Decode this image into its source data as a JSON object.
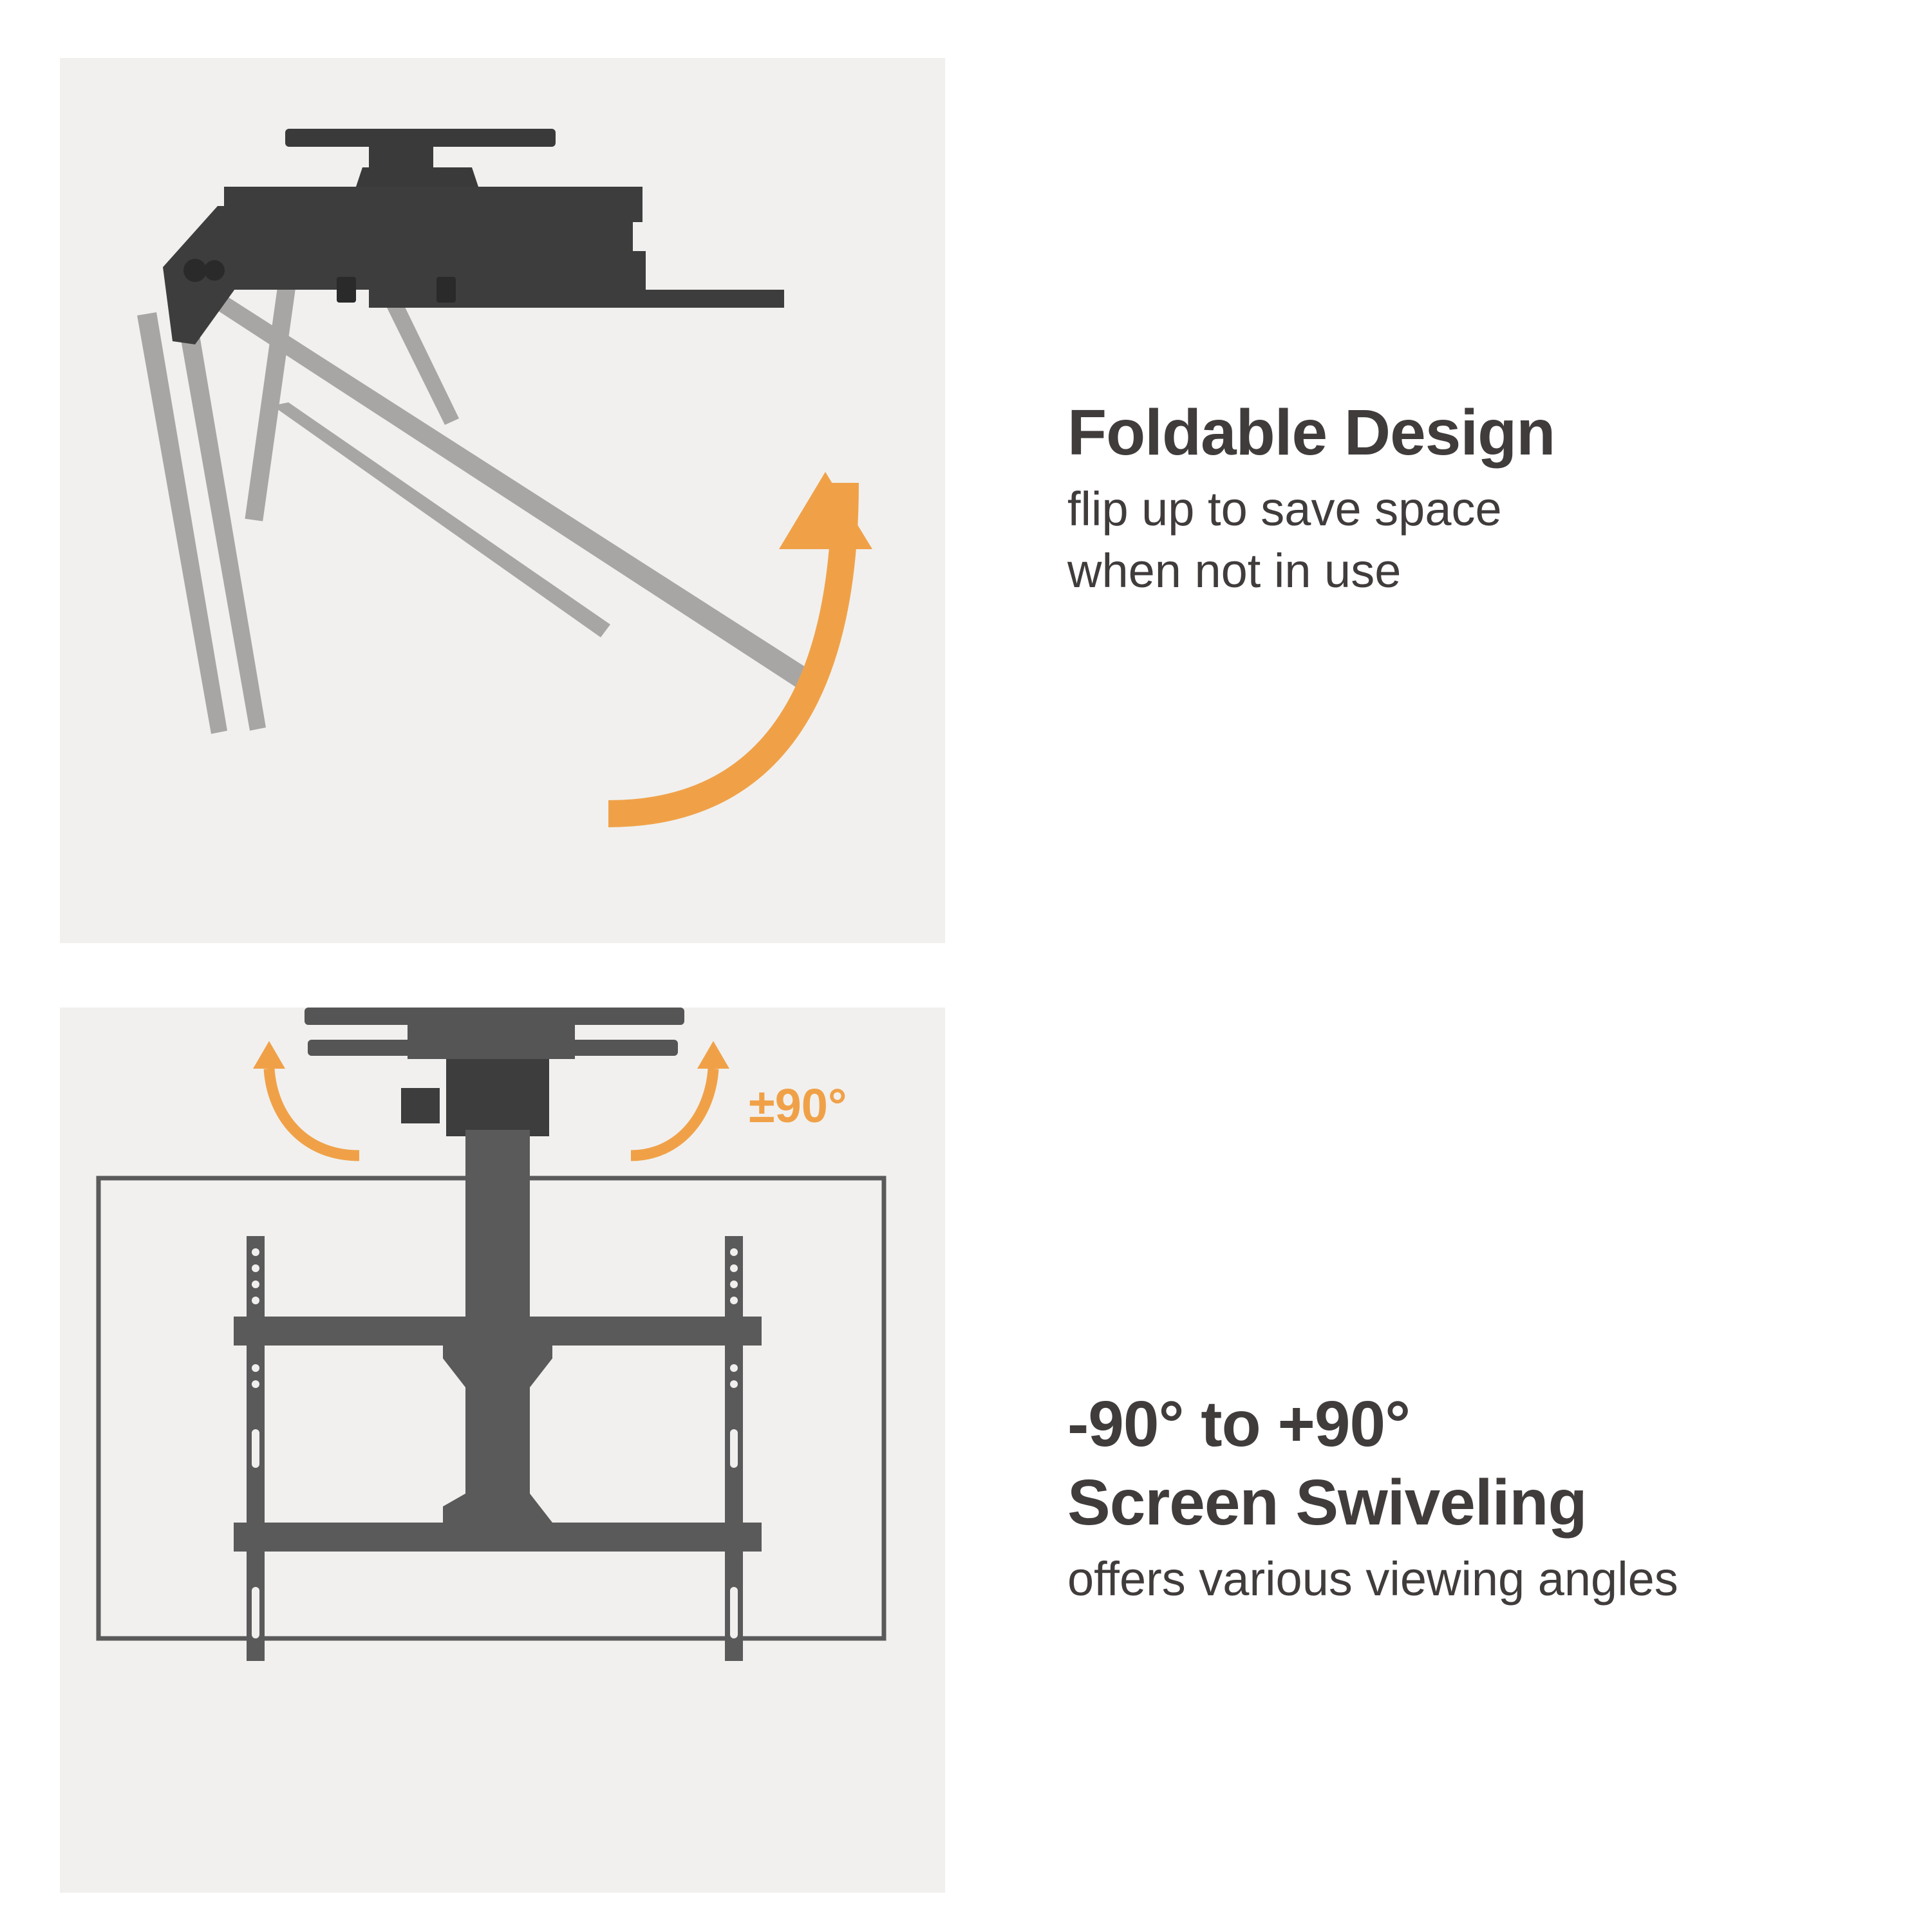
{
  "colors": {
    "background": "#ffffff",
    "panel": "#f1f0ee",
    "text": "#403c3b",
    "accent": "#f0a148",
    "metal_dark": "#3d3d3d",
    "metal_ghost": "#9a9996"
  },
  "features": [
    {
      "title": "Foldable Design",
      "subtitle_lines": [
        "flip up to save space",
        "when not in use"
      ],
      "illustration": "ceiling-tv-mount-folding-diagram",
      "icon": "curved-up-arrow-icon"
    },
    {
      "title_lines": [
        "-90° to +90°",
        "Screen Swiveling"
      ],
      "subtitle": "offers various viewing angles",
      "illustration": "ceiling-tv-mount-swivel-diagram",
      "angle_label": "±90°",
      "icons": [
        "swivel-left-arrow-icon",
        "swivel-right-arrow-icon"
      ]
    }
  ]
}
